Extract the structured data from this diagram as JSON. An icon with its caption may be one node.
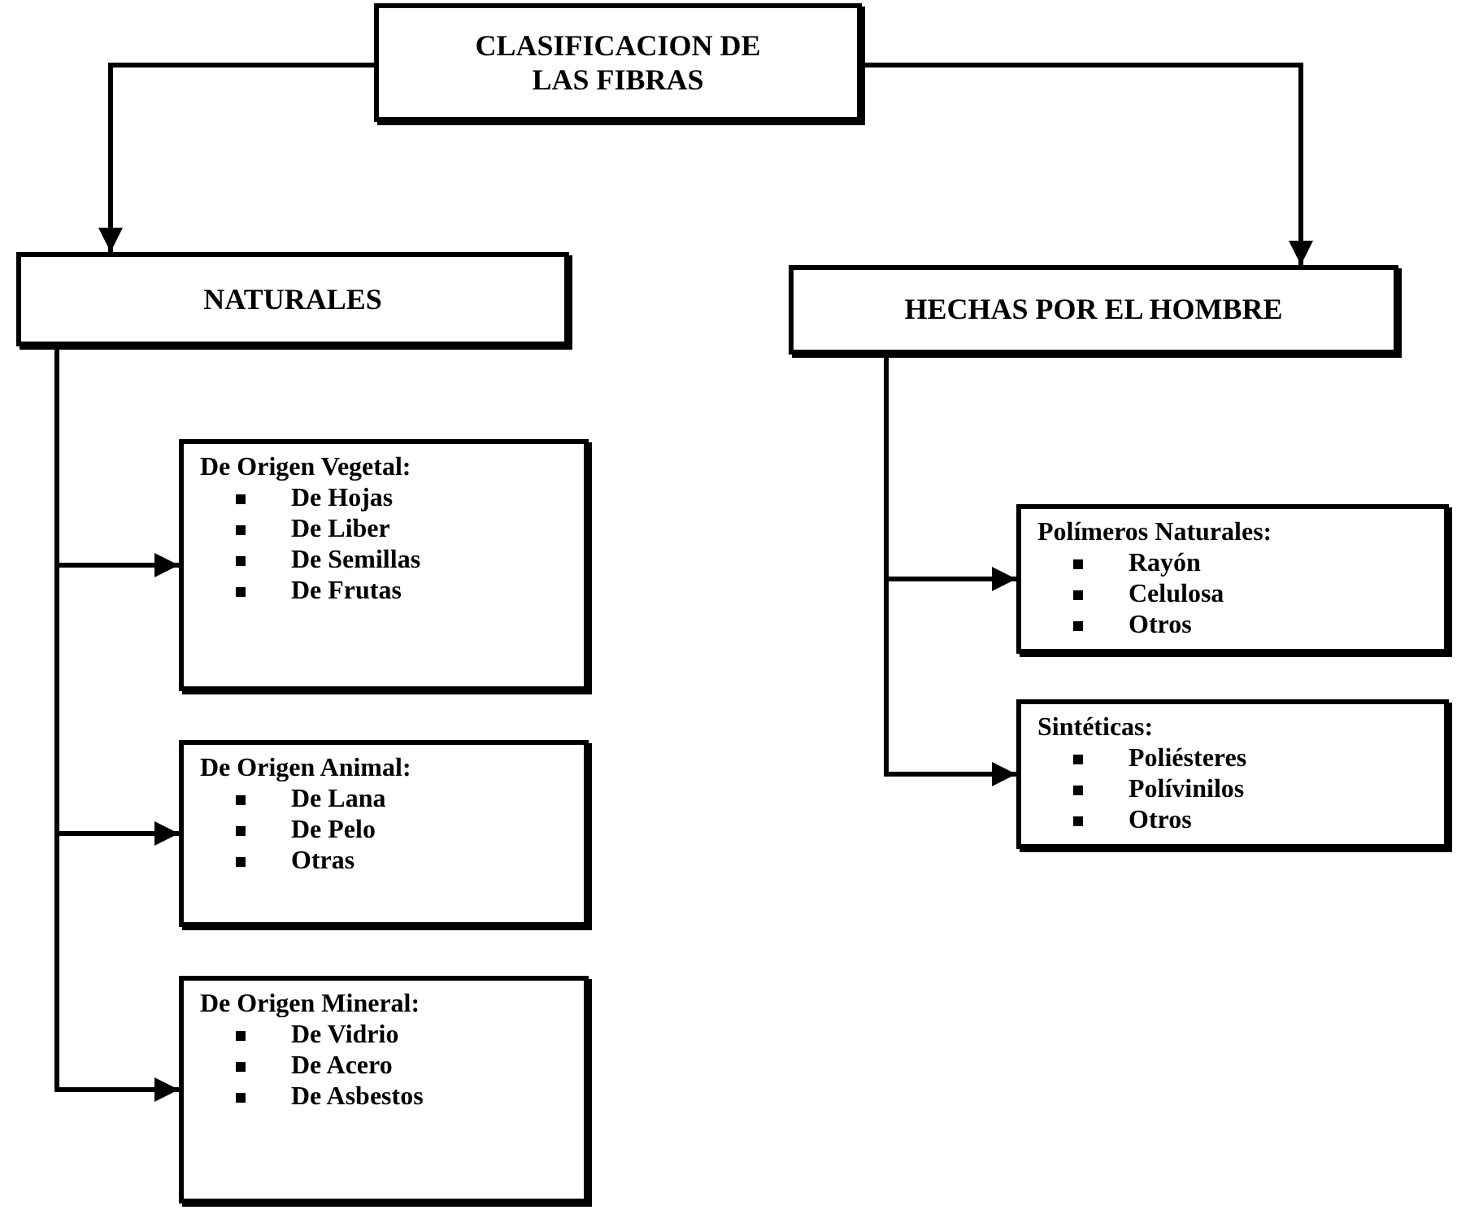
{
  "diagram": {
    "nodes": [
      {
        "text": [
          "CLASIFICACION DE LAS FIBRAS"
        ]
      },
      {
        "text": [
          "NATURALES"
        ]
      },
      {
        "text": [
          "HECHAS POR EL HOMBRE"
        ]
      },
      {
        "text": [
          "De Origen Vegetal:",
          "De Hojas",
          "De Liber",
          "De Semillas",
          "De Frutas"
        ]
      },
      {
        "text": [
          "De Origen Animal:",
          "De Lana",
          "De Pelo",
          "Otras"
        ]
      },
      {
        "text": [
          "De Origen Mineral:",
          "De Vidrio",
          "De Acero",
          "De Asbestos"
        ]
      },
      {
        "text": [
          "Polímeros Naturales:",
          "Rayón",
          "Celulosa",
          "Otros"
        ]
      },
      {
        "text": [
          "Sintéticas:",
          "Poliésteres",
          "Polívinilos",
          "Otros"
        ]
      }
    ],
    "edges": [
      {
        "from": 0,
        "to": 1,
        "arrow": "to"
      },
      {
        "from": 0,
        "to": 2,
        "arrow": "to"
      },
      {
        "from": 1,
        "to": 3,
        "arrow": "to"
      },
      {
        "from": 1,
        "to": 4,
        "arrow": "to"
      },
      {
        "from": 1,
        "to": 5,
        "arrow": "to"
      },
      {
        "from": 2,
        "to": 6,
        "arrow": "to"
      },
      {
        "from": 2,
        "to": 7,
        "arrow": "to"
      }
    ]
  }
}
